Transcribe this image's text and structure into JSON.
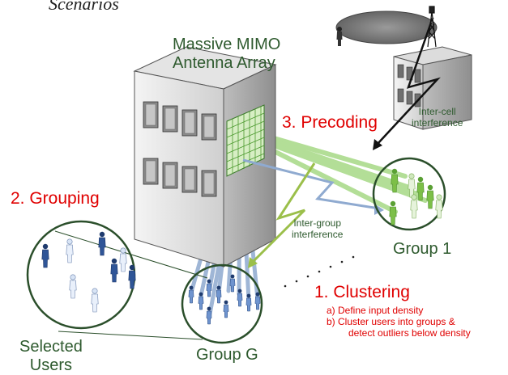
{
  "header_text": "Scenarios",
  "antenna_label": [
    "Massive MIMO",
    "Antenna Array"
  ],
  "precoding_label": "3. Precoding",
  "grouping_label": "2. Grouping",
  "intercell_label": [
    "Inter-cell",
    "interference"
  ],
  "intergroup_label": [
    "Inter-group",
    "interference"
  ],
  "group1_label": "Group 1",
  "groupG_label": "Group G",
  "selected_users_label": [
    "Selected",
    "Users"
  ],
  "clustering_title": "1. Clustering",
  "clustering_steps": [
    "a) Define input density",
    "b) Cluster users into groups &",
    "detect outliers below density"
  ],
  "colors": {
    "label_green": "#2e5a2e",
    "step_red": "#e00000",
    "precoding_beam": "#9fd27a",
    "user_beam": "#8faad0",
    "interference_arrow": "#9bbf4a",
    "user_blue": "#2f5597",
    "user_green": "#7cbf48"
  },
  "icons": [
    "building-icon",
    "antenna-tower-icon",
    "user-icon",
    "lightning-arrow-icon",
    "coverage-ellipse-icon"
  ]
}
